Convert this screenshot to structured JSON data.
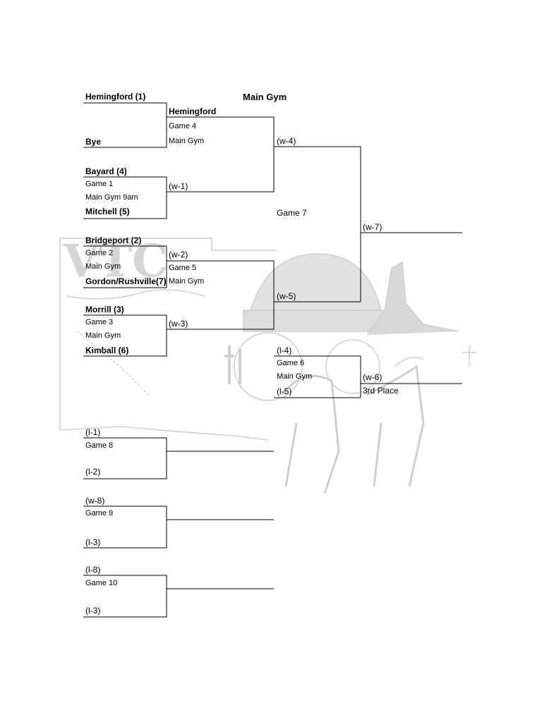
{
  "venue_title": "Main Gym",
  "round1": {
    "hemingford_seed": "Hemingford (1)",
    "bye": "Bye",
    "bayard": "Bayard (4)",
    "g1_label": "Game 1",
    "g1_venue": "Main Gym 9am",
    "mitchell": "Mitchell (5)",
    "bridgeport": "Bridgeport (2)",
    "g2_label": "Game 2",
    "g2_venue": "Main Gym",
    "gordon": "Gordon/Rushville(7)",
    "morrill": "Morrill (3)",
    "g3_label": "Game 3",
    "g3_venue": "Main Gym",
    "kimball": "Kimball (6)"
  },
  "round2": {
    "hemingford": "Hemingford",
    "g4_label": "Game 4",
    "g4_venue": "Main Gym",
    "w1": "(w-1)",
    "w2": "(w-2)",
    "g5_label": "Game 5",
    "g5_venue": "Main Gym",
    "w3": "(w-3)"
  },
  "round3": {
    "w4": "(w-4)",
    "g7_label": "Game 7",
    "w5": "(w-5)",
    "l4": "(l-4)",
    "g6_label": "Game 6",
    "g6_venue": "Main Gym",
    "l5": "(l-5)"
  },
  "final": {
    "w7": "(w-7)",
    "w6": "(w-6)",
    "third_place": "3rd Place"
  },
  "consolation": {
    "l1": "(l-1)",
    "g8_label": "Game 8",
    "l2": "(l-2)",
    "w8": "(w-8)",
    "g9_label": "Game 9",
    "l3a": "(l-3)",
    "l8": "(l-8)",
    "g10_label": "Game 10",
    "l3b": "(l-3)"
  }
}
